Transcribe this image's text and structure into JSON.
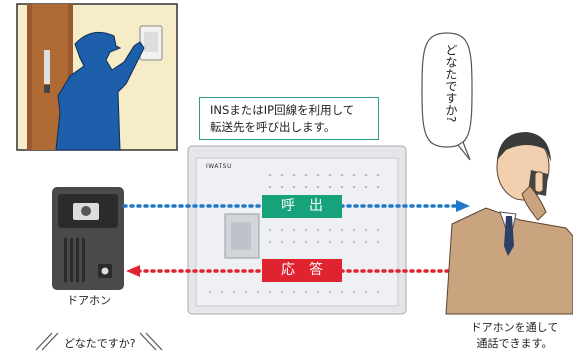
{
  "callout": {
    "line1": "INSまたはIP回線を利用して",
    "line2": "転送先を呼び出します。"
  },
  "speech_bubble": "どなたですか?",
  "pbx": {
    "brand": "IWATSU"
  },
  "call_label": "呼出",
  "answer_label": "応答",
  "doorphone_label": "ドアホン",
  "bottom_left_text": "どなたですか?",
  "bottom_right": {
    "line1": "ドアホンを通して",
    "line2": "通話できます。"
  },
  "colors": {
    "call_line": "#1f78c8",
    "answer_line": "#e0242f",
    "call_badge": "#16a27a",
    "answer_badge": "#e0242f",
    "callout_border": "#2f9a8a"
  },
  "icons": [
    "visitor-silhouette-icon",
    "doorphone-device-icon",
    "pbx-unit-icon",
    "businessman-phone-icon"
  ]
}
